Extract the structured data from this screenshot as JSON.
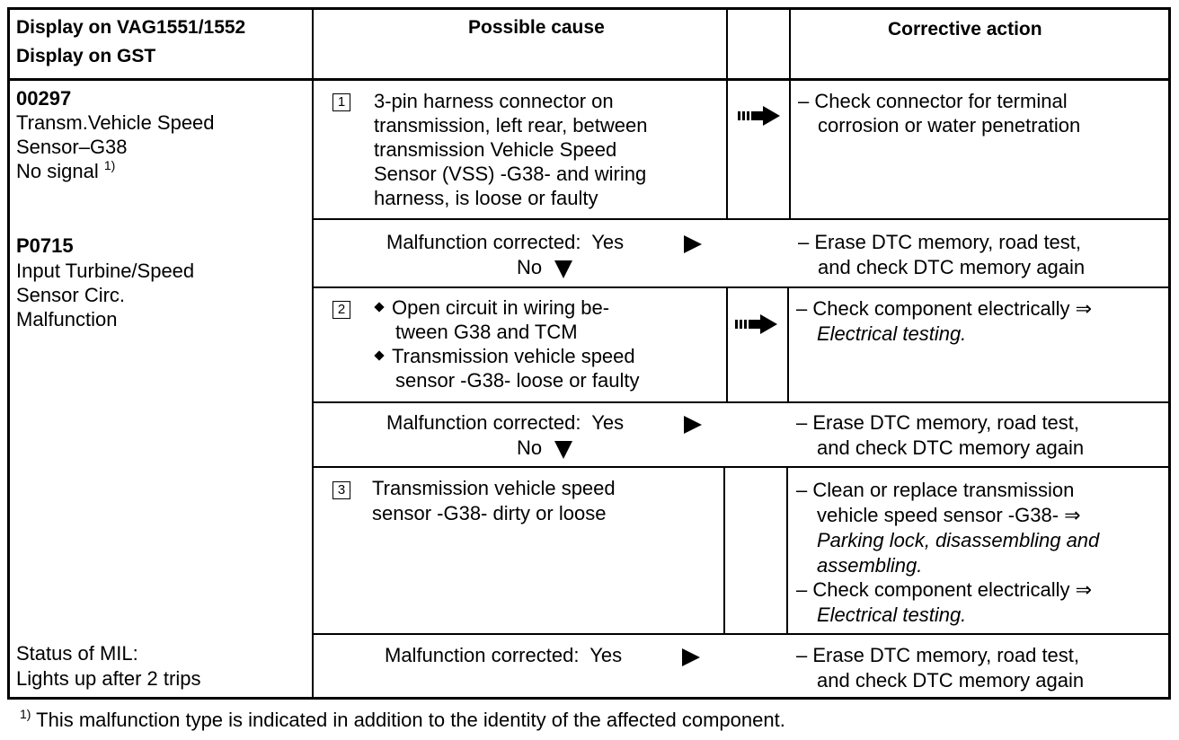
{
  "header": {
    "col1_line1": "Display on VAG1551/1552",
    "col1_line2": "Display on GST",
    "col2": "Possible cause",
    "col3": "Corrective action"
  },
  "left": {
    "code1": "00297",
    "desc1": [
      "Transm.Vehicle Speed",
      "Sensor–G38",
      "No signal"
    ],
    "desc1_sup": "1)",
    "code2": "P0715",
    "desc2": [
      "Input Turbine/Speed",
      "Sensor Circ.",
      "Malfunction"
    ],
    "mil": [
      "Status of MIL:",
      "Lights up after 2 trips"
    ]
  },
  "steps": [
    {
      "num": "1",
      "cause": [
        "3-pin harness connector on",
        "transmission, left rear, between",
        "transmission Vehicle Speed",
        "Sensor (VSS) -G38- and wiring",
        "harness, is loose or faulty"
      ],
      "action": [
        "– Check connector for terminal",
        "corrosion or water penetration"
      ]
    },
    {
      "num": "2",
      "cause": [
        "Open circuit in wiring be-",
        "tween G38 and TCM",
        "Transmission vehicle speed",
        "sensor -G38- loose or faulty"
      ],
      "action": [
        "– Check component electrically ⇒",
        "Electrical testing."
      ]
    },
    {
      "num": "3",
      "cause": [
        "Transmission vehicle speed",
        "sensor -G38- dirty or loose"
      ],
      "action": [
        "– Clean or replace transmission",
        "vehicle speed sensor -G38- ⇒",
        "Parking lock, disassembling and",
        "assembling.",
        "– Check component electrically ⇒",
        "Electrical testing."
      ]
    }
  ],
  "corrected": {
    "label": "Malfunction corrected:  Yes",
    "no": "No",
    "action": [
      "– Erase DTC memory, road test,",
      "and check DTC memory again"
    ]
  },
  "footnote": {
    "sup": "1)",
    "text": " This malfunction type is indicated in addition to the identity of the affected component."
  }
}
